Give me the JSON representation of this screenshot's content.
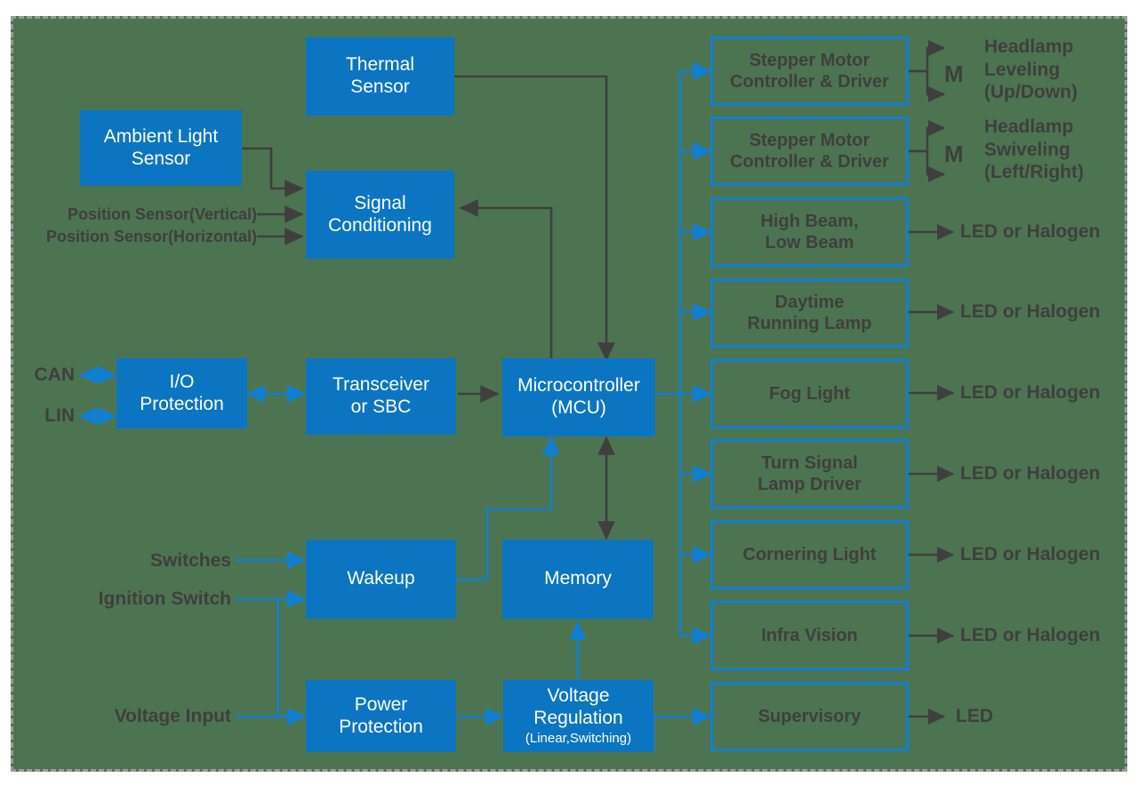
{
  "canvas": {
    "background_color": "#4d7450",
    "block_fill_color": "#0b75c2",
    "block_outline_color": "#0f7fd4",
    "dark_line_color": "#3f3f3f",
    "blue_line_color": "#0f7fd4",
    "text_dark": "#3f3f3f",
    "text_light": "#ffffff"
  },
  "filled_blocks": {
    "thermal_sensor": {
      "line1": "Thermal",
      "line2": "Sensor"
    },
    "ambient_light_sensor": {
      "line1": "Ambient Light",
      "line2": "Sensor"
    },
    "signal_conditioning": {
      "line1": "Signal",
      "line2": "Conditioning"
    },
    "io_protection": {
      "line1": "I/O",
      "line2": "Protection"
    },
    "transceiver_or_sbc": {
      "line1": "Transceiver",
      "line2": "or SBC"
    },
    "microcontroller": {
      "line1": "Microcontroller",
      "line2": "(MCU)"
    },
    "wakeup": {
      "line1": "Wakeup",
      "line2": ""
    },
    "memory": {
      "line1": "Memory",
      "line2": ""
    },
    "power_protection": {
      "line1": "Power",
      "line2": "Protection"
    },
    "voltage_regulation": {
      "line1": "Voltage",
      "line2": "Regulation",
      "sub": "(Linear,Switching)"
    }
  },
  "output_blocks": [
    {
      "id": "stepper-motor-1",
      "line1": "Stepper Motor",
      "line2": "Controller & Driver"
    },
    {
      "id": "stepper-motor-2",
      "line1": "Stepper Motor",
      "line2": "Controller & Driver"
    },
    {
      "id": "high-low-beam",
      "line1": "High Beam,",
      "line2": "Low Beam"
    },
    {
      "id": "daytime-running-lamp",
      "line1": "Daytime",
      "line2": "Running Lamp"
    },
    {
      "id": "fog-light",
      "line1": "Fog Light",
      "line2": ""
    },
    {
      "id": "turn-signal-lamp-driver",
      "line1": "Turn Signal",
      "line2": "Lamp Driver"
    },
    {
      "id": "cornering-light",
      "line1": "Cornering Light",
      "line2": ""
    },
    {
      "id": "infra-vision",
      "line1": "Infra Vision",
      "line2": ""
    },
    {
      "id": "supervisory",
      "line1": "Supervisory",
      "line2": ""
    }
  ],
  "input_labels": {
    "position_sensor_vertical": "Position Sensor(Vertical)",
    "position_sensor_horizontal": "Position Sensor(Horizontal)",
    "can": "CAN",
    "lin": "LIN",
    "switches": "Switches",
    "ignition_switch": "Ignition Switch",
    "voltage_input": "Voltage Input"
  },
  "output_labels": {
    "motor_symbol_1": "M",
    "motor_symbol_2": "M",
    "headlamp_leveling": {
      "line1": "Headlamp",
      "line2": "Leveling",
      "line3": "(Up/Down)"
    },
    "headlamp_swiveling": {
      "line1": "Headlamp",
      "line2": "Swiveling",
      "line3": "(Left/Right)"
    },
    "led_or_halogen_1": "LED or Halogen",
    "led_or_halogen_2": "LED or Halogen",
    "led_or_halogen_3": "LED or Halogen",
    "led_or_halogen_4": "LED or Halogen",
    "led_or_halogen_5": "LED or Halogen",
    "led_or_halogen_6": "LED or Halogen",
    "led": "LED"
  }
}
